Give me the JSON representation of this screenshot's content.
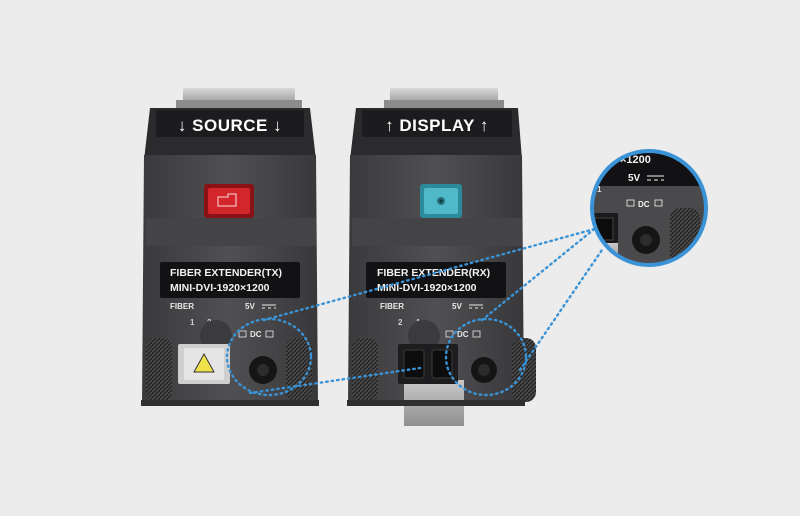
{
  "colors": {
    "background": "#ececec",
    "device_body": "#4a4a4c",
    "device_dark": "#2e2e30",
    "connector_metal": "#b9b9b9",
    "tx_button": "#d2262b",
    "rx_button": "#4fb9c9",
    "callout_line": "#3a93d6",
    "fiber_port_yellow": "#f0e24a"
  },
  "transmitter": {
    "banner_text": "↓ SOURCE ↓",
    "label_line1": "FIBER EXTENDER(TX)",
    "label_line2": "MINI-DVI-1920×1200",
    "fiber_label": "FIBER",
    "power_label": "5V",
    "port_numbers": [
      "1",
      "2"
    ],
    "dc_label": "DC",
    "button_icon": "red-button-icon"
  },
  "receiver": {
    "banner_text": "↑ DISPLAY ↑",
    "label_line1": "FIBER EXTENDER(RX)",
    "label_line2": "MINI-DVI-1920×1200",
    "fiber_label": "FIBER",
    "power_label": "5V",
    "port_numbers": [
      "2",
      "1"
    ],
    "dc_label": "DC",
    "button_icon": "cyan-button-icon"
  },
  "zoom_callout": {
    "partial_text": "×1200",
    "power_label": "5V",
    "port_number": "1",
    "dc_label": "DC"
  }
}
